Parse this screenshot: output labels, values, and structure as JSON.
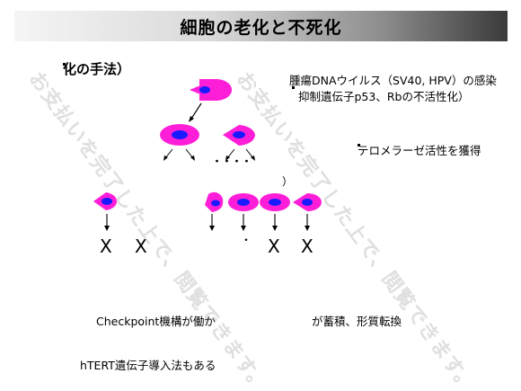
{
  "slide": {
    "title": "細胞の老化と不死化",
    "method_heading": "化の手法）",
    "virus_line1": "腫瘍DNAウイルス（SV40, HPV）の感染",
    "virus_line2": "抑制遺伝子p53、Rbの不活性化）",
    "telomerase": "テロメラーゼ活性を獲得",
    "dots": "・・・・",
    "checkpoint_left": "Checkpoint機構が働か",
    "checkpoint_right": "が蓄積、形質転換",
    "htert": "hTERT遺伝子導入法もある",
    "x_marks": [
      "X",
      "X",
      "X",
      "X"
    ],
    "small_dot": "・",
    "bracket": "）"
  },
  "watermark": {
    "text": "お支払いを完了した上で、閲覧できます。"
  },
  "colors": {
    "cell_body": "#ff1ed7",
    "nucleus": "#1a1aff",
    "title_dark": "#3a3a3a",
    "watermark": "#969696"
  }
}
